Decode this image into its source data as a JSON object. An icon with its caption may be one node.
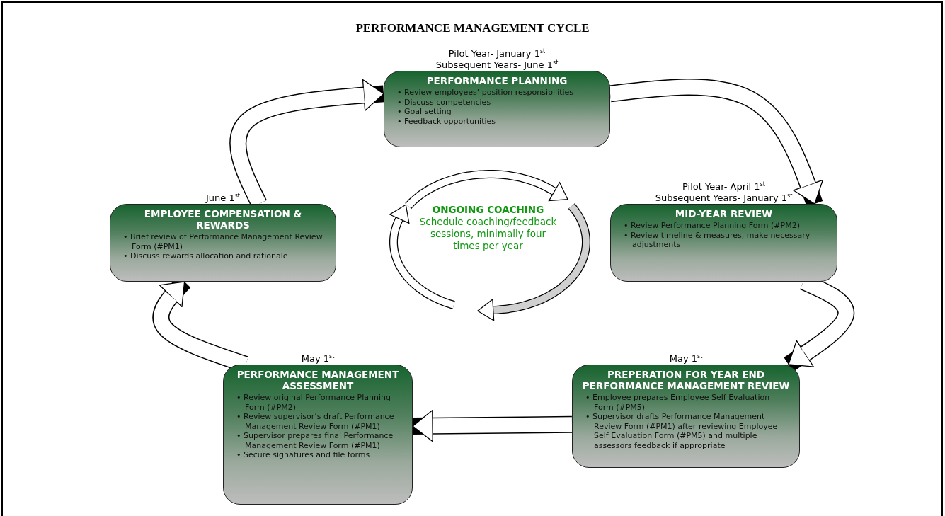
{
  "diagram": {
    "title": "PERFORMANCE MANAGEMENT CYCLE",
    "nodes": [
      {
        "text": [
          "PERFORMANCE PLANNING",
          "• Review employees’ position responsibilities",
          "• Discuss competencies",
          "• Goal setting",
          "• Feedback opportunities"
        ],
        "beside": [
          "Pilot Year- January 1$^{st}$",
          "Subsequent Years- June 1$^{st}$"
        ]
      },
      {
        "text": [
          "MID-YEAR REVIEW",
          "• Review Performance Planning Form (#PM2)",
          "• Review timeline & measures, make necessary adjustments"
        ],
        "beside": [
          "Pilot Year- April 1$^{st}$",
          "Subsequent Years- January 1$^{st}$"
        ]
      },
      {
        "text": [
          "PREPERATION FOR YEAR END PERFORMANCE MANAGEMENT REVIEW",
          "• Employee prepares Employee Self Evaluation Form (#PM5)",
          "• Supervisor drafts Performance Management Review Form (#PM1) after reviewing Employee Self Evaluation Form (#PM5) and multiple assessors feedback if appropriate"
        ],
        "beside": [
          "May 1$^{st}$"
        ]
      },
      {
        "text": [
          "PERFORMANCE MANAGEMENT ASSESSMENT",
          "• Review original Performance Planning Form (#PM2)",
          "• Review supervisor’s draft Performance Management Review Form (#PM1)",
          "• Supervisor prepares final Performance Management Review Form (#PM1)",
          "• Secure signatures and file forms"
        ],
        "beside": [
          "May 1$^{st}$"
        ]
      },
      {
        "text": [
          "EMPLOYEE COMPENSATION & REWARDS",
          "• Brief review of Performance Management Review Form (#PM1)",
          "• Discuss rewards allocation and rationale"
        ],
        "beside": [
          "June 1$^{st}$"
        ]
      },
      {
        "text": [
          "ONGOING COACHING",
          "Schedule coaching/feedback sessions, minimally four times per year"
        ]
      }
    ],
    "edges": [
      {
        "from": 0,
        "to": 1,
        "arrow": "to"
      },
      {
        "from": 1,
        "to": 2,
        "arrow": "to"
      },
      {
        "from": 2,
        "to": 3,
        "arrow": "to"
      },
      {
        "from": 3,
        "to": 4,
        "arrow": "to"
      },
      {
        "from": 4,
        "to": 0,
        "arrow": "to"
      }
    ]
  }
}
